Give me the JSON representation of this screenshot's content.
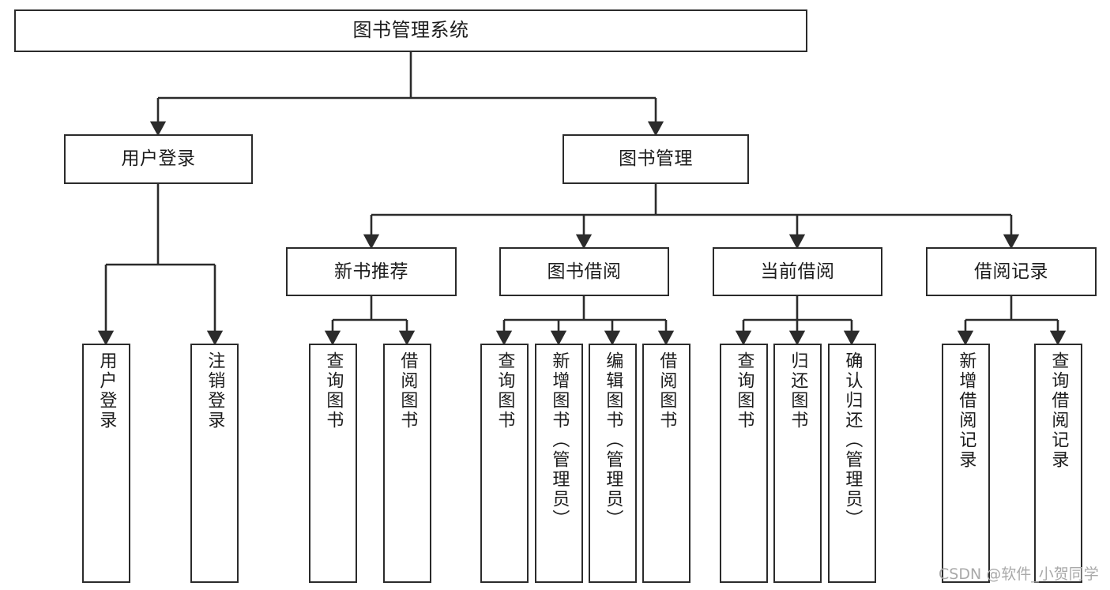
{
  "diagram": {
    "title": "图书管理系统",
    "type": "hierarchy-tree",
    "theme": {
      "stroke": "#2b2b2b",
      "fill": "#ffffff",
      "text": "#1c1c1c",
      "watermark_color": "#a9a9a9"
    },
    "levels": {
      "root": {
        "label": "图书管理系统"
      },
      "level2": [
        {
          "label": "用户登录"
        },
        {
          "label": "图书管理"
        }
      ],
      "level3": [
        {
          "label": "新书推荐"
        },
        {
          "label": "图书借阅"
        },
        {
          "label": "当前借阅"
        },
        {
          "label": "借阅记录"
        }
      ],
      "leaves": {
        "user_login": [
          {
            "label": "用户登录"
          },
          {
            "label": "注销登录"
          }
        ],
        "new_book": [
          {
            "label": "查询图书"
          },
          {
            "label": "借阅图书"
          }
        ],
        "book_borrow": [
          {
            "label": "查询图书"
          },
          {
            "label": "新增图书（管理员）"
          },
          {
            "label": "编辑图书（管理员）"
          },
          {
            "label": "借阅图书"
          }
        ],
        "current_borrow": [
          {
            "label": "查询图书"
          },
          {
            "label": "归还图书"
          },
          {
            "label": "确认归还（管理员）"
          }
        ],
        "borrow_record": [
          {
            "label": "新增借阅记录"
          },
          {
            "label": "查询借阅记录"
          }
        ]
      }
    }
  },
  "watermark": {
    "text": "CSDN @软件_小贺同学"
  }
}
